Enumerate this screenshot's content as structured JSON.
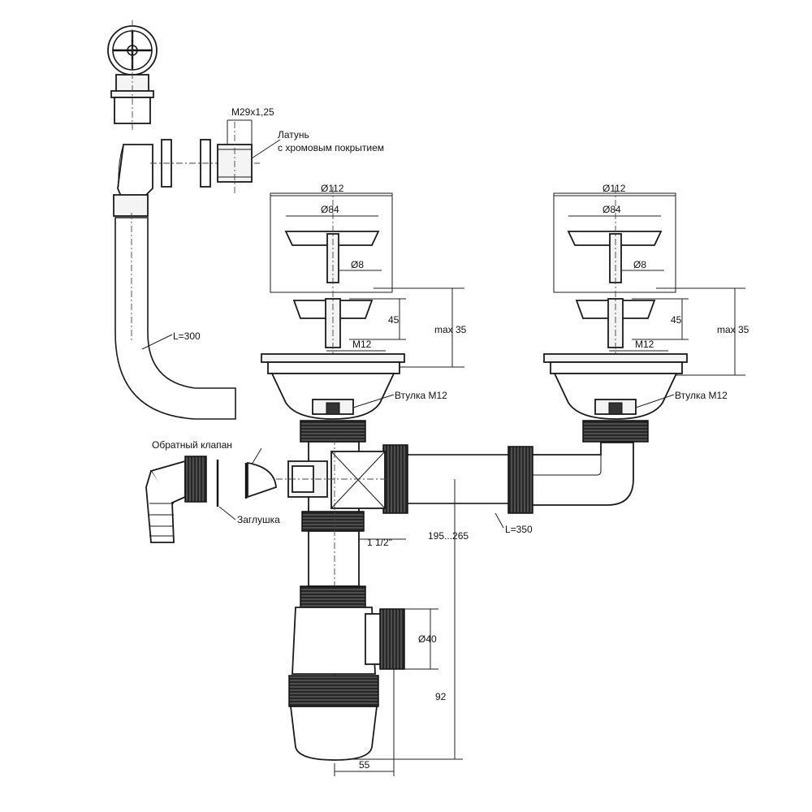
{
  "labels": {
    "thread_m29": "M29x1,25",
    "brass_line1": "Латунь",
    "brass_line2": "с хромовым покрытием",
    "d112_left": "Ø112",
    "d84_left": "Ø84",
    "d8_left": "Ø8",
    "d112_right": "Ø112",
    "d84_right": "Ø84",
    "d8_right": "Ø8",
    "dim45_left": "45",
    "dim45_right": "45",
    "max35_left": "max 35",
    "max35_right": "max 35",
    "m12_left": "M12",
    "m12_right": "M12",
    "bushing_left": "Втулка M12",
    "bushing_right": "Втулка M12",
    "overflow_hose": "L=300",
    "check_valve": "Обратный клапан",
    "plug": "Заглушка",
    "thread_1_5": "1 1/2\"",
    "range_195_265": "195...265",
    "corr_hose": "L=350",
    "d40": "Ø40",
    "dim92": "92",
    "dim55": "55"
  }
}
